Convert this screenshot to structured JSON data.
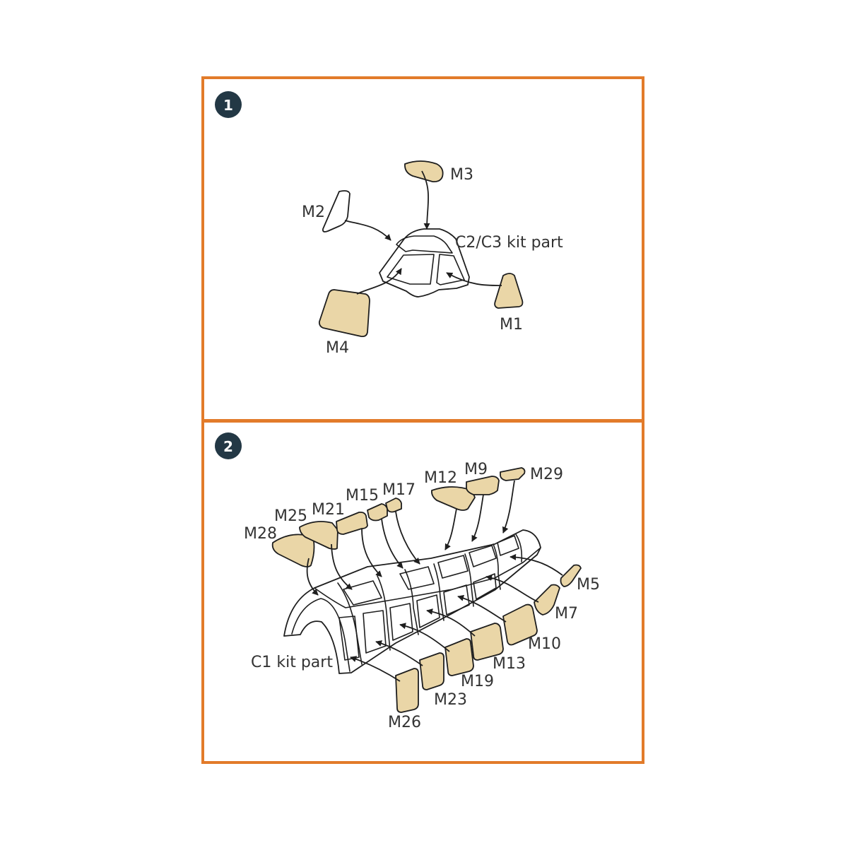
{
  "steps": [
    {
      "number": "1",
      "kit_part_label": "C2/C3 kit part",
      "masks": {
        "m1": "M1",
        "m2": "M2",
        "m3": "M3",
        "m4": "M4"
      }
    },
    {
      "number": "2",
      "kit_part_label": "C1 kit part",
      "masks": {
        "m5": "M5",
        "m7": "M7",
        "m9": "M9",
        "m10": "M10",
        "m12": "M12",
        "m13": "M13",
        "m15": "M15",
        "m17": "M17",
        "m19": "M19",
        "m21": "M21",
        "m23": "M23",
        "m25": "M25",
        "m26": "M26",
        "m28": "M28",
        "m29": "M29"
      }
    }
  ],
  "colors": {
    "frame": "#e27b2a",
    "badge": "#233845",
    "mask_fill": "#ead6a7",
    "line": "#1e1e1e"
  }
}
